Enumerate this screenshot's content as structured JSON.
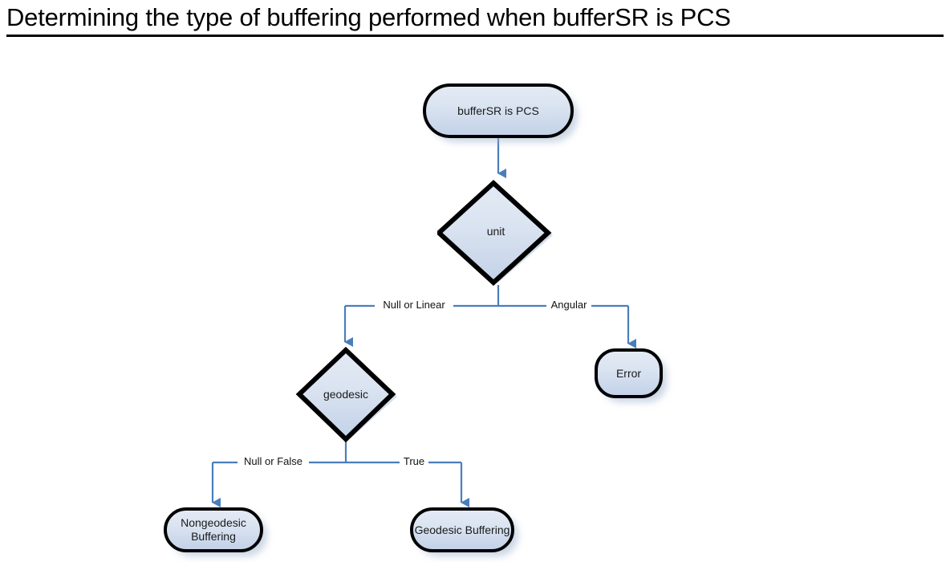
{
  "title": "Determining the type of buffering performed when bufferSR is PCS",
  "colors": {
    "connector": "#4a7ebb",
    "node_border": "#000000",
    "node_fill_top": "#e3eaf5",
    "node_fill_bottom": "#c3d2e8",
    "node_shadow": "#ccd9ea",
    "text": "#1a1a1a",
    "title": "#000000",
    "background": "#ffffff"
  },
  "chart_data": {
    "type": "diagram",
    "title": "Determining the type of buffering performed when bufferSR is PCS",
    "nodes": [
      {
        "id": "start",
        "label": "bufferSR is PCS",
        "shape": "terminator"
      },
      {
        "id": "unit",
        "label": "unit",
        "shape": "decision"
      },
      {
        "id": "error",
        "label": "Error",
        "shape": "terminator"
      },
      {
        "id": "geodesic",
        "label": "geodesic",
        "shape": "decision"
      },
      {
        "id": "nongeodesic",
        "label": "Nongeodesic Buffering",
        "shape": "terminator"
      },
      {
        "id": "geodesicbuf",
        "label": "Geodesic Buffering",
        "shape": "terminator"
      }
    ],
    "edges": [
      {
        "from": "start",
        "to": "unit",
        "label": ""
      },
      {
        "from": "unit",
        "to": "geodesic",
        "label": "Null or Linear"
      },
      {
        "from": "unit",
        "to": "error",
        "label": "Angular"
      },
      {
        "from": "geodesic",
        "to": "nongeodesic",
        "label": "Null or False"
      },
      {
        "from": "geodesic",
        "to": "geodesicbuf",
        "label": "True"
      }
    ]
  },
  "nodes": {
    "start": {
      "label": "bufferSR is PCS"
    },
    "unit": {
      "label": "unit"
    },
    "error": {
      "label": "Error"
    },
    "geodesic": {
      "label": "geodesic"
    },
    "nongeodesic": {
      "label_line1": "Nongeodesic",
      "label_line2": "Buffering"
    },
    "geodesicbuf": {
      "label": "Geodesic Buffering"
    }
  },
  "edge_labels": {
    "null_or_linear": "Null or Linear",
    "angular": "Angular",
    "null_or_false": "Null or False",
    "true": "True"
  }
}
